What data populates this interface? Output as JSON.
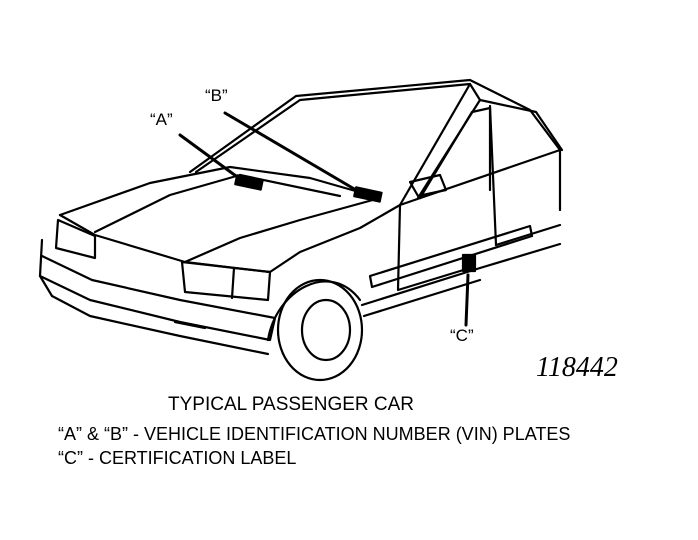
{
  "callouts": {
    "a": "“A”",
    "b": "“B”",
    "c": "“C”"
  },
  "figure_number": "118442",
  "caption": {
    "title": "TYPICAL PASSENGER CAR",
    "legend_ab": "“A” & “B”  -  VEHICLE IDENTIFICATION NUMBER (VIN) PLATES",
    "legend_c": "“C”  -  CERTIFICATION LABEL"
  }
}
